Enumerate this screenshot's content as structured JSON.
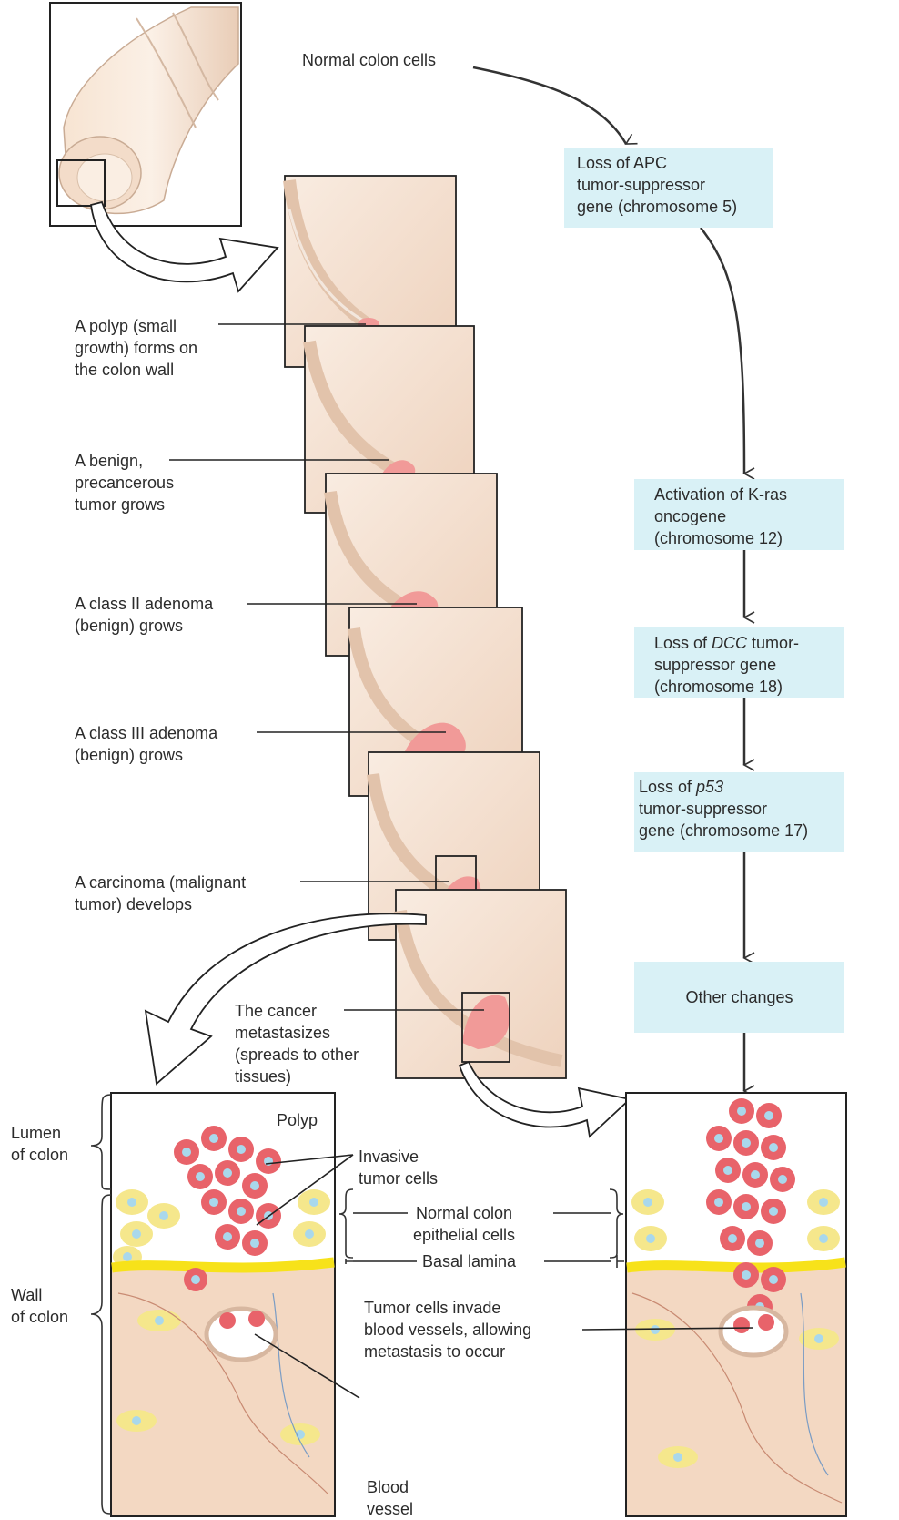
{
  "normal_cells": "Normal colon cells",
  "pathway": {
    "apc": [
      "Loss of APC",
      "tumor-suppressor",
      "gene (chromosome 5)"
    ],
    "kras": [
      "Activation of K-ras",
      "oncogene",
      "(chromosome 12)"
    ],
    "dcc": {
      "prefix": "Loss of ",
      "gene": "DCC",
      "suffix": " tumor-",
      "lines": [
        "suppressor gene",
        "(chromosome 18)"
      ]
    },
    "p53": {
      "prefix": "Loss of ",
      "gene": "p53",
      "lines": [
        "tumor-suppressor",
        "gene (chromosome 17)"
      ]
    },
    "other": "Other changes"
  },
  "stages": {
    "polyp": [
      "A polyp (small",
      "growth) forms on",
      "the colon wall"
    ],
    "benign": [
      "A benign,",
      "precancerous",
      "tumor grows"
    ],
    "class2": [
      "A class II adenoma",
      "(benign) grows"
    ],
    "class3": [
      "A class III adenoma",
      "(benign) grows"
    ],
    "carcinoma": [
      "A carcinoma (malignant",
      "tumor) develops"
    ],
    "metastasis": [
      "The cancer",
      "metastasizes",
      "(spreads to other",
      "tissues)"
    ]
  },
  "detail": {
    "lumen": [
      "Lumen",
      "of colon"
    ],
    "wall": [
      "Wall",
      "of colon"
    ],
    "polyp": "Polyp",
    "invasive": [
      "Invasive",
      "tumor cells"
    ],
    "epithelial": [
      "Normal colon",
      "epithelial cells"
    ],
    "basal": "Basal lamina",
    "invade": [
      "Tumor cells invade",
      "blood vessels, allowing",
      "metastasis to occur"
    ],
    "vessel": [
      "Blood",
      "vessel"
    ]
  },
  "colors": {
    "box_fill": "#d9f1f6",
    "tissue": "#f5dcc8",
    "tumor": "#f19a98",
    "cell_red": "#e8636a",
    "cell_yellow": "#f5e78c",
    "nucleus": "#a9d8ec",
    "basal_lamina": "#f7e21a"
  }
}
